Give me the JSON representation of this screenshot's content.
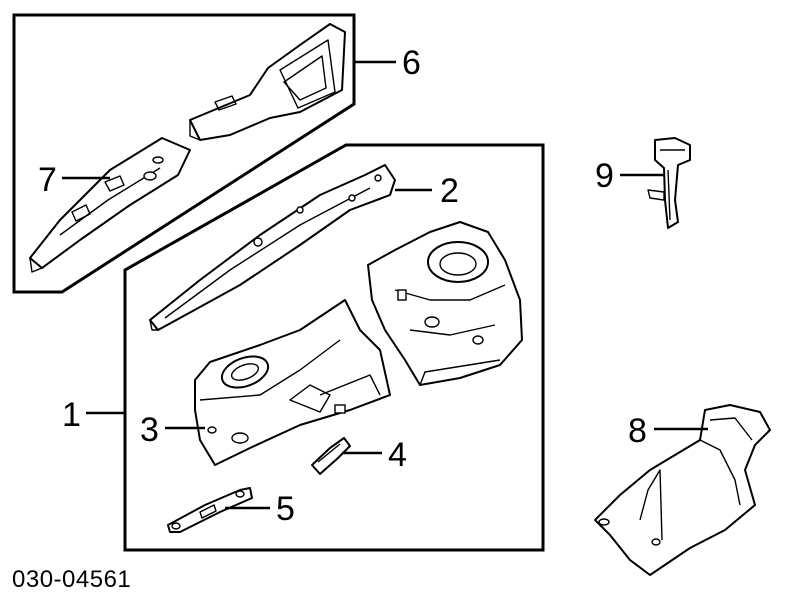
{
  "diagram": {
    "code": "030-04561",
    "callouts": {
      "c1": "1",
      "c2": "2",
      "c3": "3",
      "c4": "4",
      "c5": "5",
      "c6": "6",
      "c7": "7",
      "c8": "8",
      "c9": "9"
    }
  }
}
